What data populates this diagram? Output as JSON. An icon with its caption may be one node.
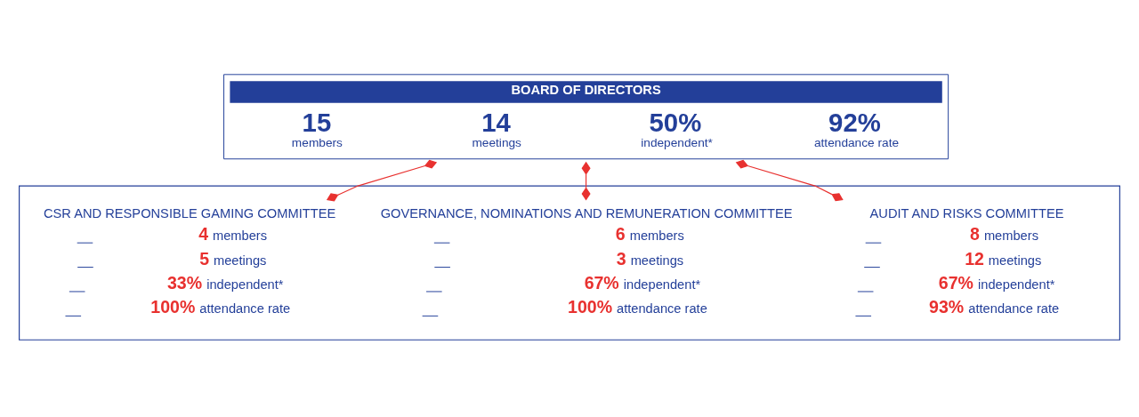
{
  "diagram": {
    "nodes": [
      {
        "text": [
          "BOARD OF DIRECTORS",
          "15 members",
          "14 meetings",
          "50% independent*",
          "92% attendance rate"
        ]
      },
      {
        "text": [],
        "shape": "box"
      },
      {
        "text": [
          "AUDIT AND RISKS COMMITTEE",
          "8 members",
          "12 meetings",
          "67% independent*",
          "93% attendance rate"
        ],
        "in": 1
      },
      {
        "text": [
          "GOVERNANCE, NOMINATIONS AND REMUNERATION COMMITTEE",
          "6 members",
          "3 meetings",
          "67% independent*",
          "100% attendance rate"
        ],
        "in": 1
      },
      {
        "text": [
          "CSR AND RESPONSIBLE GAMING COMMITTEE",
          "4 members",
          "5 meetings",
          "33% independent*",
          "100% attendance rate"
        ],
        "in": 1
      }
    ],
    "edges": [
      {
        "from": 0,
        "to": 2,
        "arrow": "other"
      },
      {
        "from": 0,
        "to": 3,
        "arrow": "other"
      },
      {
        "from": 0,
        "to": 4,
        "arrow": "other"
      }
    ]
  }
}
